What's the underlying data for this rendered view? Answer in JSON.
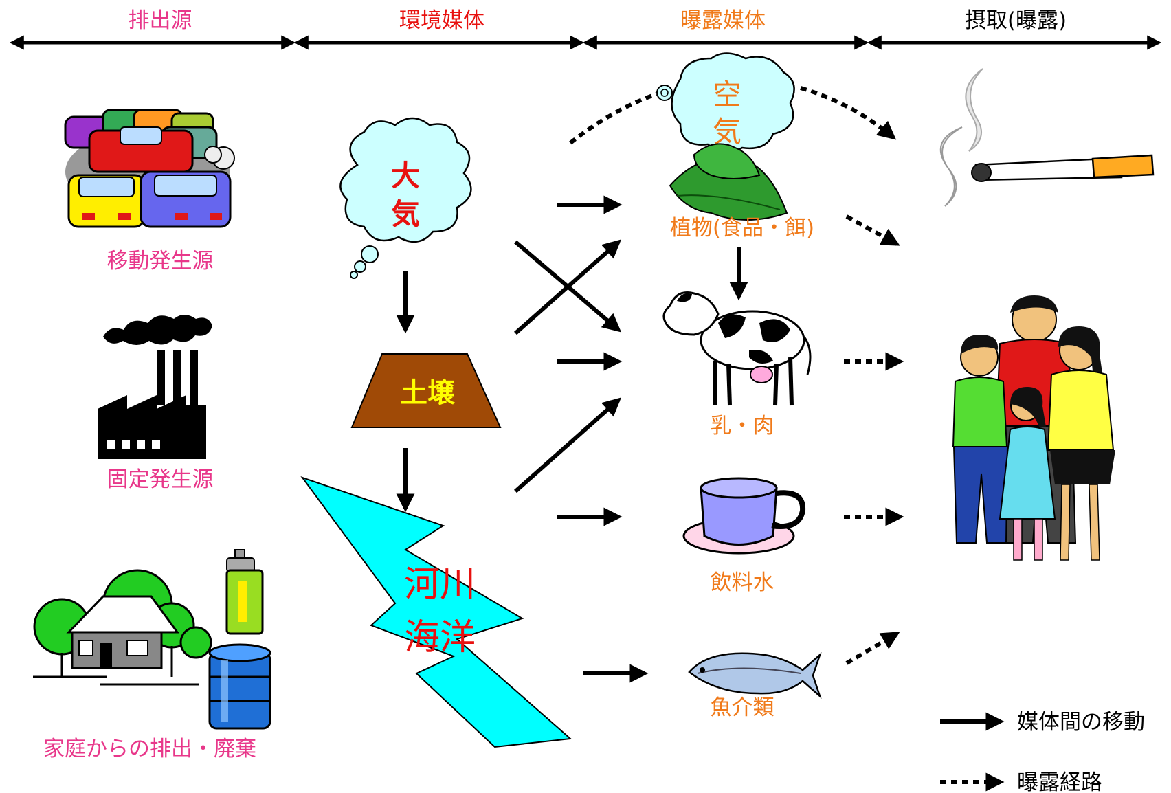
{
  "header": {
    "sources": "排出源",
    "environmental_media": "環境媒体",
    "exposure_media": "曝露媒体",
    "intake": "摂取(曝露)"
  },
  "sources": {
    "mobile": "移動発生源",
    "stationary": "固定発生源",
    "household": "家庭からの排出・廃棄"
  },
  "environment": {
    "atmosphere_1": "大",
    "atmosphere_2": "気",
    "soil": "土壌",
    "water_1": "河川",
    "water_2": "海洋"
  },
  "exposure": {
    "air_1": "空",
    "air_2": "気",
    "plants": "植物(食品・餌)",
    "dairy_meat": "乳・肉",
    "drinking_water": "飲料水",
    "seafood": "魚介類"
  },
  "legend": {
    "transfer": "媒体間の移動",
    "exposure_path": "曝露経路"
  },
  "colors": {
    "header_sources": "#e8378a",
    "header_env": "#e8110f",
    "header_exposure": "#f07a1a",
    "header_intake": "#000000",
    "source_label": "#e8378a",
    "atmosphere_text": "#e8110f",
    "soil_fill": "#a04a06",
    "soil_text": "#ffff00",
    "water_fill": "#00ffff",
    "water_text": "#e8110f",
    "exposure_label": "#f07a1a",
    "cloud_fill": "#ccffff"
  },
  "icons": {
    "mobile": "traffic-jam-icon",
    "stationary": "factory-icon",
    "household": "house-with-trees-icon",
    "spray": "spray-can-icon",
    "drum": "oil-drum-icon",
    "plants": "leaf-icon",
    "dairy_meat": "cow-icon",
    "drinking_water": "cup-icon",
    "seafood": "fish-icon",
    "cigarette": "cigarette-icon",
    "family": "family-icon"
  }
}
